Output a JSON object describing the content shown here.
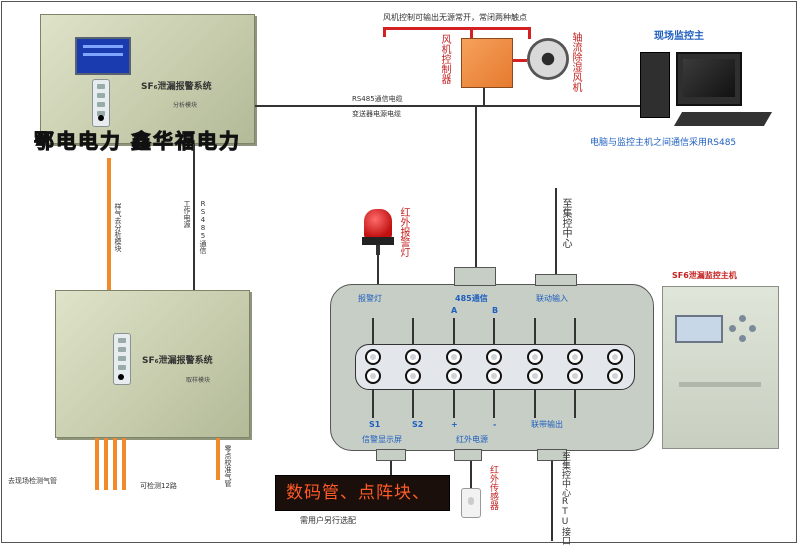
{
  "watermark": "鄂电电力  鑫华福电力",
  "alarm_panel_top": {
    "title": "SF₆泄漏报警系统",
    "subtitle": "分析模块"
  },
  "alarm_panel_bottom": {
    "title": "SF₆泄漏报警系统",
    "subtitle": "取样模块"
  },
  "labels": {
    "sample_gas_module": "样气去分析模块",
    "work_power": "工作电源",
    "rs485_comm": "RS485通信",
    "rs485_transformer": "RS485通信电缆",
    "transformer_power": "变送器电源电缆",
    "field_pipe": "去现场检测气管",
    "detect_points": "可检测12路",
    "zero_pipe": "零点校准气管",
    "fan_control_note": "风机控制可输出无源常开，常闭两种触点",
    "fan_controller": "风机控制器",
    "axial_fan": "轴流除湿风机",
    "monitor_host": "现场监控主",
    "pc_comm_note": "电脑与监控主机之间通信采用RS485",
    "ir_alarm_light": "红外报警灯",
    "to_center_top": "至集控中心",
    "sf6_host": "SF6泄漏监控主机",
    "led_note": "需用户另行选配",
    "led_text": "数码管、点阵块、",
    "ir_sensor": "红外传感器",
    "rtu_center": "至集控中心RTU接口",
    "ctrl_alarm": "报警灯",
    "ctrl_485": "485通信",
    "ctrl_a": "A",
    "ctrl_b": "B",
    "ctrl_linkage_in": "联动输入",
    "ctrl_s1": "S1",
    "ctrl_s2": "S2",
    "ctrl_plus": "+",
    "ctrl_minus": "-",
    "ctrl_display": "信警显示屏",
    "ctrl_ir_power": "红外电源",
    "ctrl_linkage_out": "联带输出"
  },
  "colors": {
    "pipe": "#f28a2a",
    "accent_blue": "#1f5fbf",
    "red": "#d42020"
  }
}
